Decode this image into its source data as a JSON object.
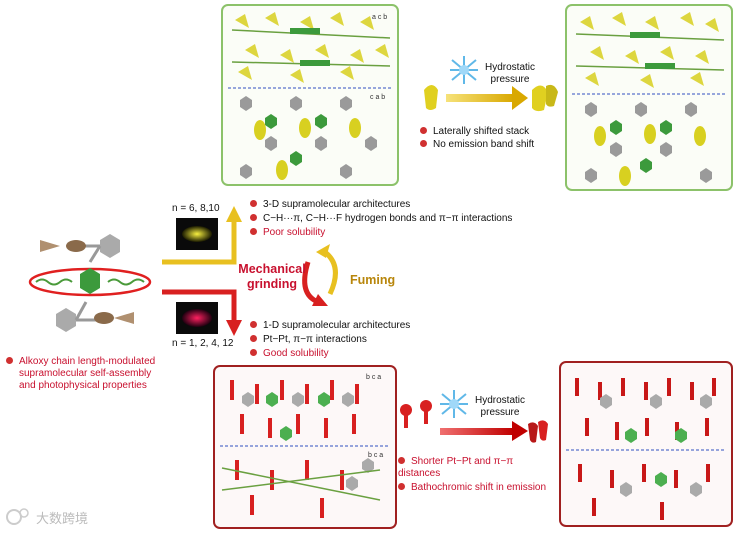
{
  "colors": {
    "green_frame": "#8cc26a",
    "red_frame": "#a02020",
    "yellow_arrow": "#e8c020",
    "red_arrow": "#d82020",
    "accent_red": "#c8102e"
  },
  "top_stage": {
    "mid_label": "Hydrostatic pressure",
    "bullets": [
      "Laterally shifted stack",
      "No emission band shift"
    ],
    "axes_top": "a  c  b",
    "axes_bottom": "c  a  b"
  },
  "yellow_branch": {
    "n_label": "n = 6, 8,10",
    "bullets": [
      {
        "text": "3-D supramolecular architectures",
        "accent": false
      },
      {
        "text": "C−H···π, C−H···F hydrogen bonds and π−π interactions",
        "accent": false
      },
      {
        "text": "Poor solubility",
        "accent": true
      }
    ]
  },
  "center": {
    "mechanical": "Mechanical grinding",
    "fuming": "Fuming"
  },
  "red_branch": {
    "n_label": "n = 1, 2, 4, 12",
    "bullets": [
      {
        "text": "1-D supramolecular architectures",
        "accent": false
      },
      {
        "text": "Pt−Pt,  π−π interactions",
        "accent": false
      },
      {
        "text": "Good solubility",
        "accent": true
      }
    ]
  },
  "left_caption": {
    "lines": [
      "Alkoxy chain length-modulated",
      "supramolecular self-assembly",
      "and photophysical properties"
    ]
  },
  "bottom_stage": {
    "mid_label": "Hydrostatic pressure",
    "bullets": [
      "Shorter Pt−Pt and π−π distances",
      "Bathochromic shift in emission"
    ],
    "axes_top": "b  c  a",
    "axes_bottom": "b  c  a"
  },
  "watermark": "大数跨境"
}
